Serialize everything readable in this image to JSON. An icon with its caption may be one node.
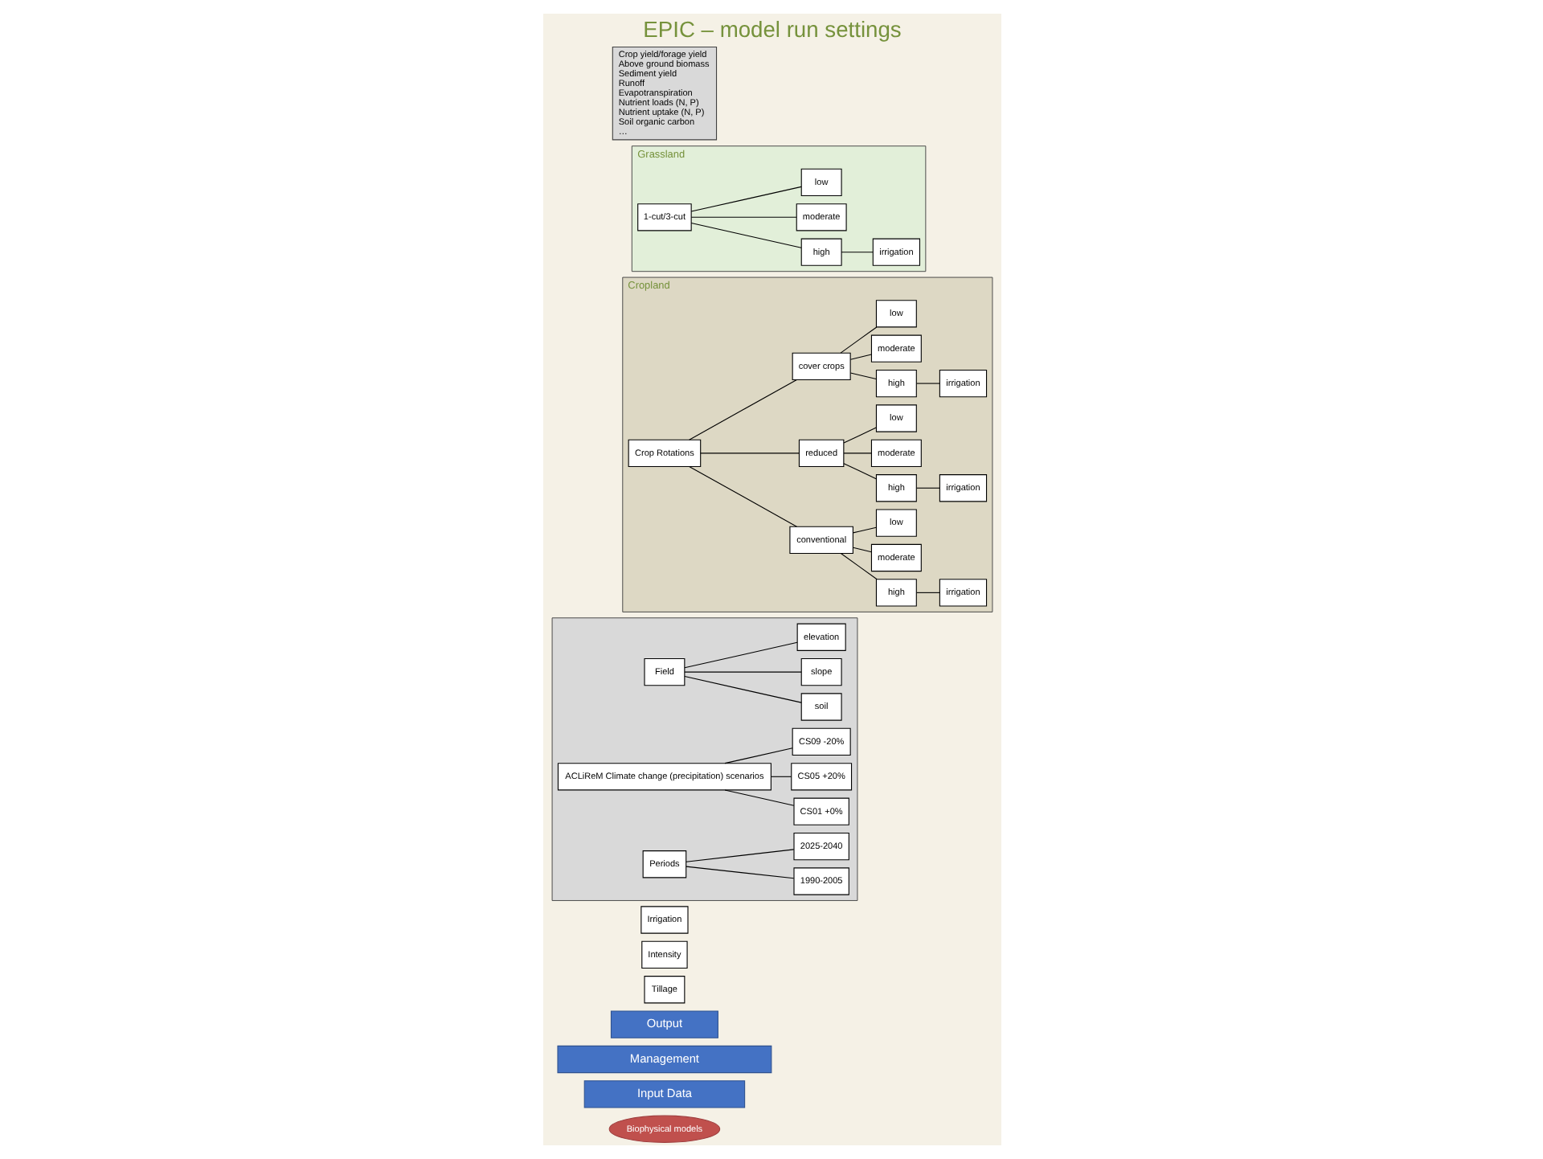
{
  "diagram": {
    "title": "EPIC – model run settings",
    "nodes": [
      {
        "text": [
          "Biophysical models"
        ]
      },
      {
        "text": [
          "Input Data"
        ]
      },
      {
        "text": [
          "Management"
        ]
      },
      {
        "text": [
          "Output"
        ]
      },
      {
        "text": [
          "Tillage"
        ]
      },
      {
        "text": [
          "Intensity"
        ]
      },
      {
        "text": [
          "Irrigation"
        ]
      },
      {
        "text": [],
        "shape": "box"
      },
      {
        "text": [
          "Field"
        ],
        "in": 7
      },
      {
        "text": [
          "soil"
        ],
        "in": 7
      },
      {
        "text": [
          "slope"
        ],
        "in": 7
      },
      {
        "text": [
          "elevation"
        ],
        "in": 7
      },
      {
        "text": [
          "ACLiReM Climate change (precipitation) scenarios"
        ],
        "in": 7
      },
      {
        "text": [
          "CS01 +0%"
        ],
        "in": 7
      },
      {
        "text": [
          "CS05 +20%"
        ],
        "in": 7
      },
      {
        "text": [
          "CS09 -20%"
        ],
        "in": 7
      },
      {
        "text": [
          "Periods"
        ],
        "in": 7
      },
      {
        "text": [
          "1990-2005"
        ],
        "in": 7
      },
      {
        "text": [
          "2025-2040"
        ],
        "in": 7
      },
      {
        "text": [
          "Cropland"
        ]
      },
      {
        "text": [
          "Crop Rotations"
        ],
        "in": 19
      },
      {
        "text": [
          "conventional"
        ],
        "in": 19
      },
      {
        "text": [
          "high"
        ],
        "in": 19
      },
      {
        "text": [
          "moderate"
        ],
        "in": 19
      },
      {
        "text": [
          "low"
        ],
        "in": 19
      },
      {
        "text": [
          "irrigation"
        ],
        "in": 19
      },
      {
        "text": [
          "reduced"
        ],
        "in": 19
      },
      {
        "text": [
          "high"
        ],
        "in": 19
      },
      {
        "text": [
          "moderate"
        ],
        "in": 19
      },
      {
        "text": [
          "low"
        ],
        "in": 19
      },
      {
        "text": [
          "irrigation"
        ],
        "in": 19
      },
      {
        "text": [
          "cover crops"
        ],
        "in": 19
      },
      {
        "text": [
          "high"
        ],
        "in": 19
      },
      {
        "text": [
          "moderate"
        ],
        "in": 19
      },
      {
        "text": [
          "low"
        ],
        "in": 19
      },
      {
        "text": [
          "irrigation"
        ],
        "in": 19
      },
      {
        "text": [
          "Grassland"
        ]
      },
      {
        "text": [
          "1-cut/3-cut"
        ],
        "in": 36
      },
      {
        "text": [
          "high"
        ],
        "in": 36
      },
      {
        "text": [
          "moderate"
        ],
        "in": 36
      },
      {
        "text": [
          "low"
        ],
        "in": 36
      },
      {
        "text": [
          "irrigation"
        ],
        "in": 36
      },
      {
        "text": [
          "Crop yield/forage yield",
          "Above ground biomass",
          "Sediment yield",
          "Runoff",
          "Evapotranspiration",
          "Nutrient loads (N, P)",
          "Nutrient uptake (N, P)",
          "Soil organic carbon",
          "…"
        ]
      }
    ],
    "edges": [
      {
        "from": 8,
        "to": 9,
        "arrow": "none"
      },
      {
        "from": 8,
        "to": 10,
        "arrow": "none"
      },
      {
        "from": 8,
        "to": 11,
        "arrow": "none"
      },
      {
        "from": 12,
        "to": 13,
        "arrow": "none"
      },
      {
        "from": 12,
        "to": 14,
        "arrow": "none"
      },
      {
        "from": 12,
        "to": 15,
        "arrow": "none"
      },
      {
        "from": 16,
        "to": 17,
        "arrow": "none"
      },
      {
        "from": 16,
        "to": 18,
        "arrow": "none"
      },
      {
        "from": 20,
        "to": 21,
        "arrow": "none"
      },
      {
        "from": 20,
        "to": 26,
        "arrow": "none"
      },
      {
        "from": 20,
        "to": 31,
        "arrow": "none"
      },
      {
        "from": 21,
        "to": 22,
        "arrow": "none"
      },
      {
        "from": 21,
        "to": 23,
        "arrow": "none"
      },
      {
        "from": 21,
        "to": 24,
        "arrow": "none"
      },
      {
        "from": 22,
        "to": 25,
        "arrow": "none"
      },
      {
        "from": 26,
        "to": 27,
        "arrow": "none"
      },
      {
        "from": 26,
        "to": 28,
        "arrow": "none"
      },
      {
        "from": 26,
        "to": 29,
        "arrow": "none"
      },
      {
        "from": 27,
        "to": 30,
        "arrow": "none"
      },
      {
        "from": 31,
        "to": 32,
        "arrow": "none"
      },
      {
        "from": 31,
        "to": 33,
        "arrow": "none"
      },
      {
        "from": 31,
        "to": 34,
        "arrow": "none"
      },
      {
        "from": 32,
        "to": 35,
        "arrow": "none"
      },
      {
        "from": 37,
        "to": 38,
        "arrow": "none"
      },
      {
        "from": 37,
        "to": 39,
        "arrow": "none"
      },
      {
        "from": 37,
        "to": 40,
        "arrow": "none"
      },
      {
        "from": 38,
        "to": 41,
        "arrow": "none"
      }
    ]
  }
}
